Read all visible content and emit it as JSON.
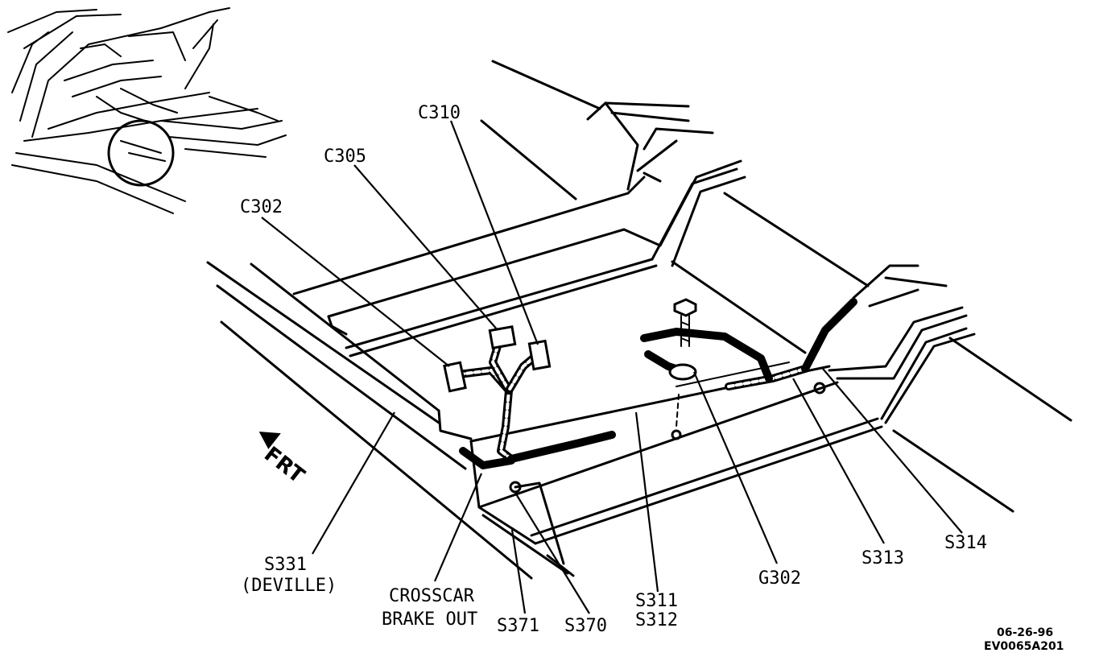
{
  "labels": {
    "c310": "C310",
    "c305": "C305",
    "c302": "C302",
    "s331": "S331",
    "s331_note": "(DEVILLE)",
    "crosscar_line1": "CROSSCAR",
    "crosscar_line2": "BRAKE OUT",
    "s371": "S371",
    "s370": "S370",
    "s311": "S311",
    "s312": "S312",
    "g302": "G302",
    "s313": "S313",
    "s314": "S314"
  },
  "direction": {
    "label": "FRT"
  },
  "stamp": {
    "date": "06-26-96",
    "code": "EV0065A201"
  },
  "icons": {
    "direction_arrow": "arrow-icon",
    "ground_bolt": "bolt-icon"
  },
  "colors": {
    "ink": "#000000",
    "paper": "#ffffff"
  }
}
